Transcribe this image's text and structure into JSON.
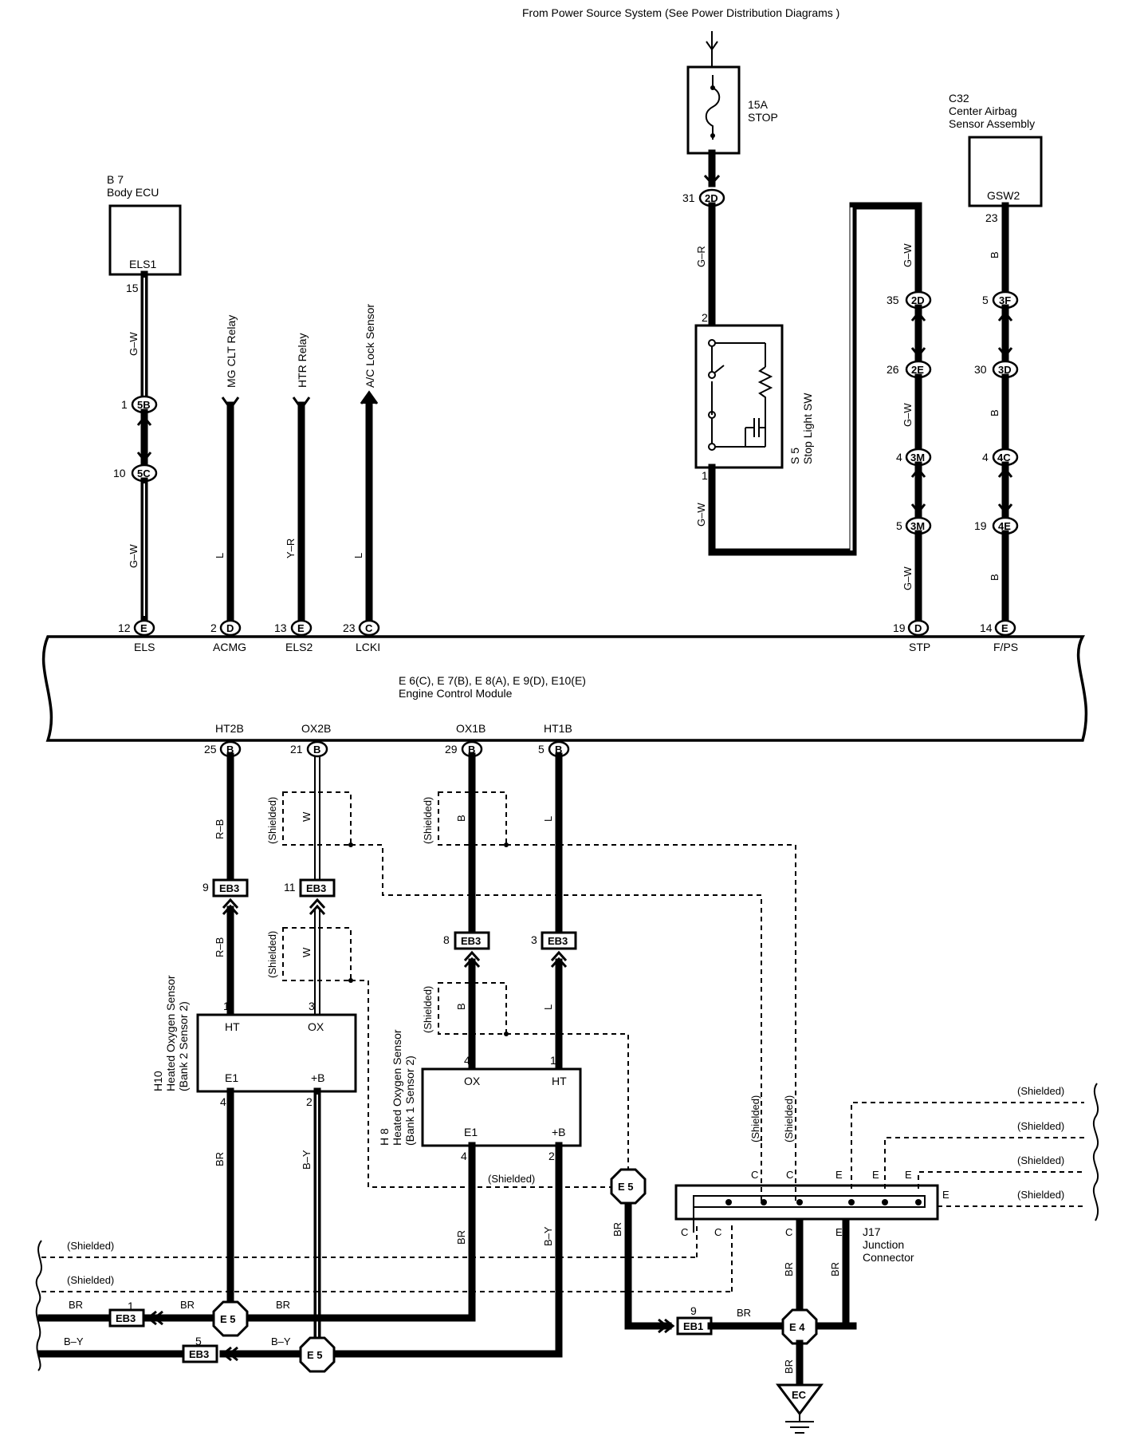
{
  "power": {
    "source": "From Power Source System (See Power Distribution Diagrams )",
    "fuse_rating": "15A",
    "fuse_name": "STOP"
  },
  "components": {
    "body_ecu": {
      "code": "B 7",
      "name": "Body ECU",
      "terminal": "ELS1"
    },
    "airbag": {
      "code": "C32",
      "name_line1": "Center Airbag",
      "name_line2": "Sensor Assembly",
      "terminal": "GSW2"
    },
    "stop_light_sw": {
      "code": "S 5",
      "name": "Stop Light SW"
    },
    "ecm": {
      "connectors": "E 6(C), E 7(B), E 8(A), E 9(D), E10(E)",
      "name": "Engine Control Module"
    },
    "h10": {
      "code": "H10",
      "line1": "Heated Oxygen Sensor",
      "line2": "(Bank 2 Sensor 2)",
      "t_ht": "HT",
      "t_ox": "OX",
      "t_e1": "E1",
      "t_b": "+B"
    },
    "h8": {
      "code": "H 8",
      "line1": "Heated Oxygen Sensor",
      "line2": "(Bank 1 Sensor 2)",
      "t_ox": "OX",
      "t_ht": "HT",
      "t_e1": "E1",
      "t_b": "+B"
    },
    "j17": {
      "code": "J17",
      "line1": "Junction",
      "line2": "Connector"
    }
  },
  "arrows": {
    "mg_clt": "MG CLT Relay",
    "htr": "HTR Relay",
    "ac_lock": "A/C Lock Sensor"
  },
  "ecm_top_pins": [
    {
      "num": "12",
      "conn": "E",
      "label": "ELS",
      "wire": "G–W"
    },
    {
      "num": "2",
      "conn": "D",
      "label": "ACMG",
      "wire": "L"
    },
    {
      "num": "13",
      "conn": "E",
      "label": "ELS2",
      "wire": "Y–R"
    },
    {
      "num": "23",
      "conn": "C",
      "label": "LCKI",
      "wire": "L"
    },
    {
      "num": "19",
      "conn": "D",
      "label": "STP",
      "wire": "G–W"
    },
    {
      "num": "14",
      "conn": "E",
      "label": "F/PS",
      "wire": "B"
    }
  ],
  "ecm_bottom_pins": [
    {
      "num": "25",
      "conn": "B",
      "label": "HT2B",
      "wire": "R–B"
    },
    {
      "num": "21",
      "conn": "B",
      "label": "OX2B",
      "wire": "W"
    },
    {
      "num": "29",
      "conn": "B",
      "label": "OX1B",
      "wire": "B"
    },
    {
      "num": "5",
      "conn": "B",
      "label": "HT1B",
      "wire": "L"
    }
  ],
  "inline_connectors": {
    "body_ecu_pin": "15",
    "c5b": {
      "num": "1",
      "id": "5B"
    },
    "c5c": {
      "num": "10",
      "id": "5C"
    },
    "c2d_top": {
      "num": "31",
      "id": "2D"
    },
    "sw_pin2": "2",
    "sw_pin1": "1",
    "c2d_right": {
      "num": "35",
      "id": "2D"
    },
    "c2e": {
      "num": "26",
      "id": "2E"
    },
    "c3m_a": {
      "num": "4",
      "id": "3M"
    },
    "c3m_b": {
      "num": "5",
      "id": "3M"
    },
    "airbag_pin": "23",
    "c3f": {
      "num": "5",
      "id": "3F"
    },
    "c3d": {
      "num": "30",
      "id": "3D"
    },
    "c4c": {
      "num": "4",
      "id": "4C"
    },
    "c4e": {
      "num": "19",
      "id": "4E"
    },
    "eb3_9": {
      "num": "9",
      "id": "EB3"
    },
    "eb3_11": {
      "num": "11",
      "id": "EB3"
    },
    "eb3_8": {
      "num": "8",
      "id": "EB3"
    },
    "eb3_3": {
      "num": "3",
      "id": "EB3"
    },
    "eb3_1": {
      "num": "1",
      "id": "EB3"
    },
    "eb3_5": {
      "num": "5",
      "id": "EB3"
    },
    "eb1_9": {
      "num": "9",
      "id": "EB1"
    },
    "h10_pins": [
      "1",
      "3",
      "4",
      "2"
    ],
    "h8_pins": [
      "4",
      "1",
      "4",
      "2"
    ]
  },
  "wires": {
    "g_r": "G–R",
    "g_w": "G–W",
    "b": "B",
    "br": "BR",
    "b_y": "B–Y",
    "shielded": "(Shielded)"
  },
  "grounds": {
    "e5": "E 5",
    "e4": "E 4",
    "ec": "EC"
  },
  "junction_terms": {
    "c": "C",
    "e": "E"
  }
}
